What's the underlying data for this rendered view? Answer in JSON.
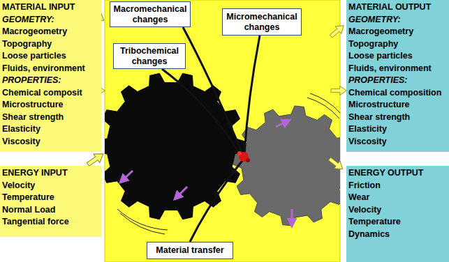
{
  "diagram": {
    "nodes": [
      {
        "text": [
          "MATERIAL INPUT",
          "GEOMETRY:",
          "Macrogeometry",
          "Topography",
          "Loose particles",
          "Fluids, environment",
          "PROPERTIES:",
          "Chemical composit",
          "Microstructure",
          "Shear strength",
          "Elasticity",
          "Viscosity"
        ]
      },
      {
        "text": [
          "ENERGY INPUT",
          "Velocity",
          "Temperature",
          "Normal Load",
          "Tangential force"
        ]
      },
      {
        "text": [
          "Macromechanical changes"
        ]
      },
      {
        "text": [
          "Micromechanical changes"
        ]
      },
      {
        "text": [
          "Tribochemical changes"
        ]
      },
      {
        "text": [
          "Material transfer"
        ]
      },
      {
        "text": [
          "MATERIAL OUTPUT",
          "GEOMETRY:",
          "Macrogeometry",
          "Topography",
          "Loose particles",
          "Fluids, environment",
          "PROPERTIES:",
          "Chemical composition",
          "Microstructure",
          "Shear strength",
          "Elasticity",
          "Viscosity"
        ]
      },
      {
        "text": [
          "ENERGY OUTPUT",
          "Friction",
          "Wear",
          "Velocity",
          "Temperature",
          "Dynamics"
        ]
      }
    ]
  }
}
